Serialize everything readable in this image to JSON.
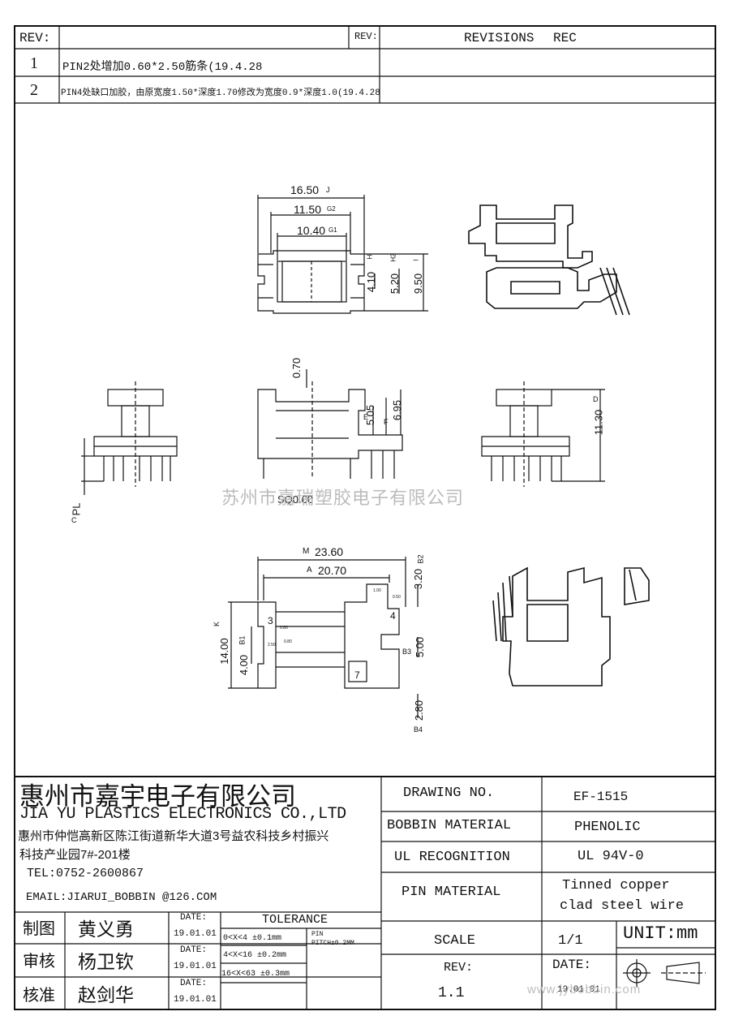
{
  "revision_table": {
    "rev_header": "REV:",
    "rev_header_2": "REV:",
    "revisions_header": "REVISIONS",
    "rec_header": "REC",
    "rows": [
      {
        "num": "1",
        "text": "PIN2处增加0.60*2.50筋条(19.4.28"
      },
      {
        "num": "2",
        "text": "PIN4处缺口加胶，由原宽度1.50*深度1.70修改为宽度0.9*深度1.0(19.4.28"
      }
    ]
  },
  "dimensions": {
    "top_view": {
      "d1": "16.50",
      "d1_tag": "J",
      "d2": "11.50",
      "d2_tag": "G2",
      "d3": "10.40",
      "d3_tag": "G1",
      "h1": "4.10",
      "h1_tag": "H",
      "h2": "5.20",
      "h2_tag": "H2",
      "h3": "9.50",
      "h3_tag": "I"
    },
    "front_view": {
      "d_top": "0.70",
      "d_e": "5.05",
      "d_e_tag": "E",
      "d_f": "6.95",
      "d_f_tag": "F",
      "pin_sq": "SQ0.60",
      "side_height": "11.30",
      "side_height_tag": "D",
      "pl": "PL",
      "pl_tag": "C"
    },
    "bottom_view": {
      "w1": "23.60",
      "w1_tag": "M",
      "w2": "20.70",
      "w2_tag": "A",
      "d_b2": "3.20",
      "d_b2_tag": "B2",
      "d_k": "14.00",
      "d_k_tag": "K",
      "d_b1": "4.00",
      "d_b1_tag": "B1",
      "d_b3": "5.00",
      "d_b3_tag": "B3",
      "d_b4": "2.80",
      "d_b4_tag": "B4",
      "pin_labels": [
        "3",
        "4",
        "7"
      ],
      "small_1": "0.80",
      "small_2": "0.50",
      "small_3": "2.50",
      "small_4": "1.00",
      "small_5": "0.80"
    }
  },
  "watermark": "苏州市嘉瑞塑胶电子有限公司",
  "title_block": {
    "company_cn": "惠州市嘉宇电子有限公司",
    "company_en": "JIA YU PLASTICS ELECTRONICS CO.,LTD",
    "address_1": "惠州市仲恺高新区陈江街道新华大道3号益农科技乡村振兴",
    "address_2": "科技产业园7#-201楼",
    "tel": "TEL:0752-2600867",
    "email": "EMAIL:JIARUI_BOBBIN @126.COM",
    "drawing_no_label": "DRAWING  NO.",
    "drawing_no": "EF-1515",
    "bobbin_material_label": "BOBBIN  MATERIAL",
    "bobbin_material": "PHENOLIC",
    "ul_label": "UL RECOGNITION",
    "ul_value": "UL 94V-0",
    "pin_material_label": "PIN MATERIAL",
    "pin_material_1": "Tinned copper",
    "pin_material_2": "clad steel wire",
    "scale_label": "SCALE",
    "scale_value": "1/1",
    "unit": "UNIT:mm",
    "rev_label": "REV:",
    "rev_value": "1.1",
    "date_label": "DATE:",
    "date_value": "19.01.01",
    "tolerance_header": "TOLERANCE",
    "tolerances": [
      "0<X<4  ±0.1mm",
      "4<X<16 ±0.2mm",
      "16<X<63 ±0.3mm"
    ],
    "pin_pitch_1": "PIN",
    "pin_pitch_2": "PITCH±0.2MM",
    "signatures": [
      {
        "role": "制图",
        "name": "黄义勇",
        "date_label": "DATE:",
        "date": "19.01.01"
      },
      {
        "role": "审核",
        "name": "杨卫钦",
        "date_label": "DATE:",
        "date": "19.01.01"
      },
      {
        "role": "核准",
        "name": "赵剑华",
        "date_label": "DATE:",
        "date": "19.01.01"
      }
    ],
    "website": "www.jybobbin.com"
  }
}
